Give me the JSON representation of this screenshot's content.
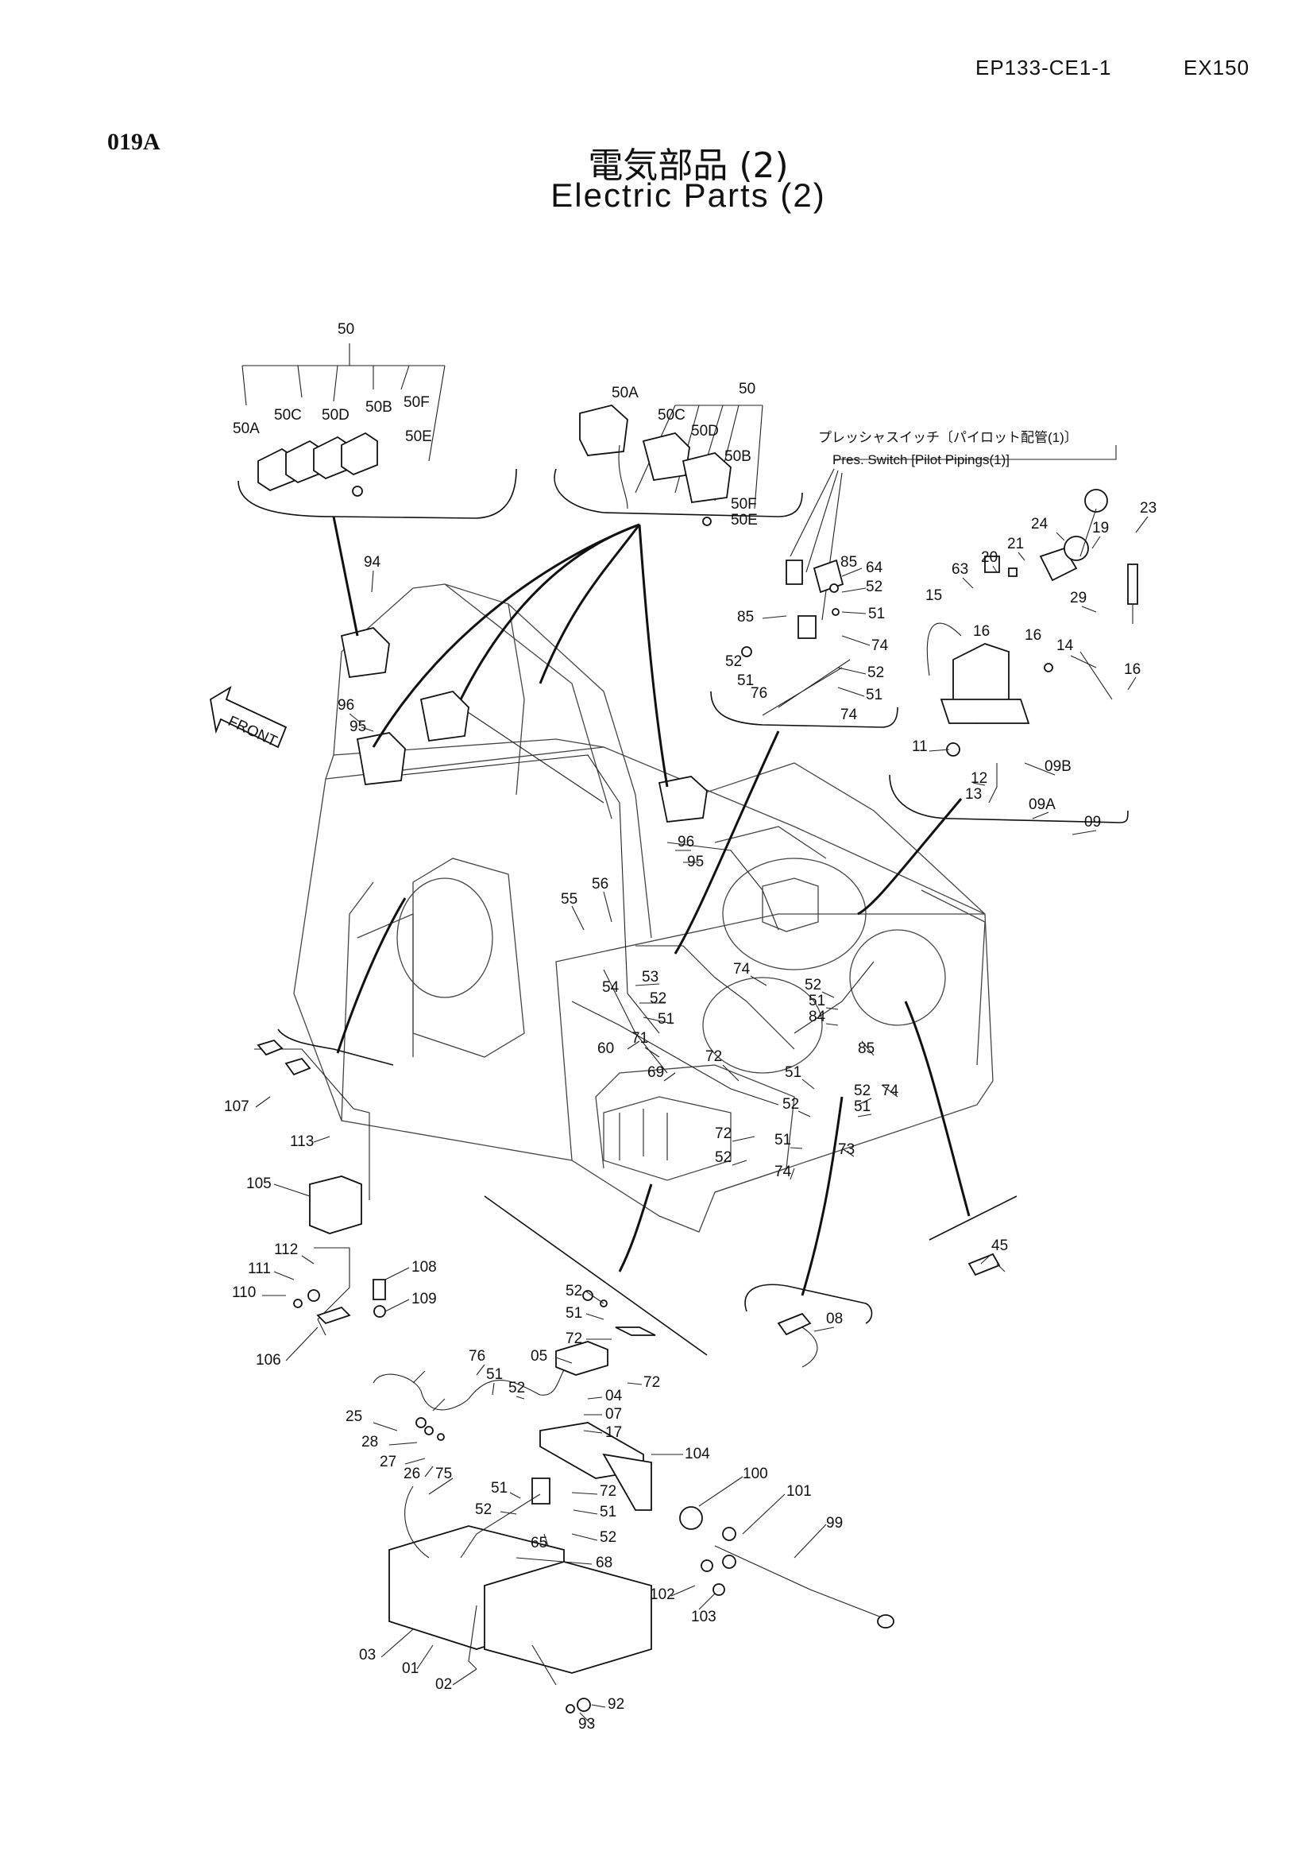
{
  "header": {
    "doc_code": "EP133-CE1-1",
    "model": "EX150",
    "page_no": "019A"
  },
  "title": {
    "jp": "電気部品 (2)",
    "en": "Electric Parts (2)"
  },
  "pressure_switch_note": {
    "jp": "プレッシャスイッチ〔パイロット配管(1)〕",
    "en": "Pres. Switch [Pilot Pipings(1)]"
  },
  "front_arrow": "FRONT",
  "callouts": {
    "c50_top": "50",
    "c50a_top": "50A",
    "c50c_top": "50C",
    "c50d_top": "50D",
    "c50b_top": "50B",
    "c50f_top": "50F",
    "c50e_top": "50E",
    "c50_mid": "50",
    "c50a_mid": "50A",
    "c50c_mid": "50C",
    "c50d_mid": "50D",
    "c50b_mid": "50B",
    "c50f_mid": "50F",
    "c50e_mid": "50E",
    "c94": "94",
    "c96a": "96",
    "c95a": "95",
    "c96b": "96",
    "c95b": "95",
    "c85a": "85",
    "c64": "64",
    "c52a": "52",
    "c51a": "51",
    "c85b": "85",
    "c74a": "74",
    "c52b": "52",
    "c51b": "51",
    "c76a": "76",
    "c52c": "52",
    "c51c": "51",
    "c74b": "74",
    "c23": "23",
    "c24": "24",
    "c19": "19",
    "c21": "21",
    "c20": "20",
    "c63": "63",
    "c29": "29",
    "c15": "15",
    "c16a": "16",
    "c16b": "16",
    "c14": "14",
    "c16c": "16",
    "c11": "11",
    "c12": "12",
    "c13": "13",
    "c09b": "09B",
    "c09a": "09A",
    "c09": "09",
    "c55": "55",
    "c56": "56",
    "c53": "53",
    "c52d": "52",
    "c54": "54",
    "c51d": "51",
    "c60": "60",
    "c71": "71",
    "c69": "69",
    "c72a": "72",
    "c74c": "74",
    "c52e": "52",
    "c51e": "51",
    "c84": "84",
    "c85c": "85",
    "c74d": "74",
    "c51f": "51",
    "c52f": "52",
    "c51g": "51",
    "c52g": "52",
    "c72b": "72",
    "c51h": "51",
    "c73": "73",
    "c52h": "52",
    "c74e": "74",
    "c107": "107",
    "c113": "113",
    "c105": "105",
    "c112": "112",
    "c111": "111",
    "c110": "110",
    "c108": "108",
    "c109": "109",
    "c106": "106",
    "c45": "45",
    "c08": "08",
    "c52i": "52",
    "c51i": "51",
    "c72c": "72",
    "c05": "05",
    "c72d": "72",
    "c04": "04",
    "c07": "07",
    "c17": "17",
    "c76b": "76",
    "c51j": "51",
    "c52j": "52",
    "c25": "25",
    "c28": "28",
    "c27": "27",
    "c26": "26",
    "c75": "75",
    "c104": "104",
    "c100": "100",
    "c101": "101",
    "c99": "99",
    "c51k": "51",
    "c52k": "52",
    "c72e": "72",
    "c51l": "51",
    "c65": "65",
    "c52l": "52",
    "c68": "68",
    "c102": "102",
    "c103": "103",
    "c03": "03",
    "c01": "01",
    "c02": "02",
    "c92": "92",
    "c93": "93"
  }
}
